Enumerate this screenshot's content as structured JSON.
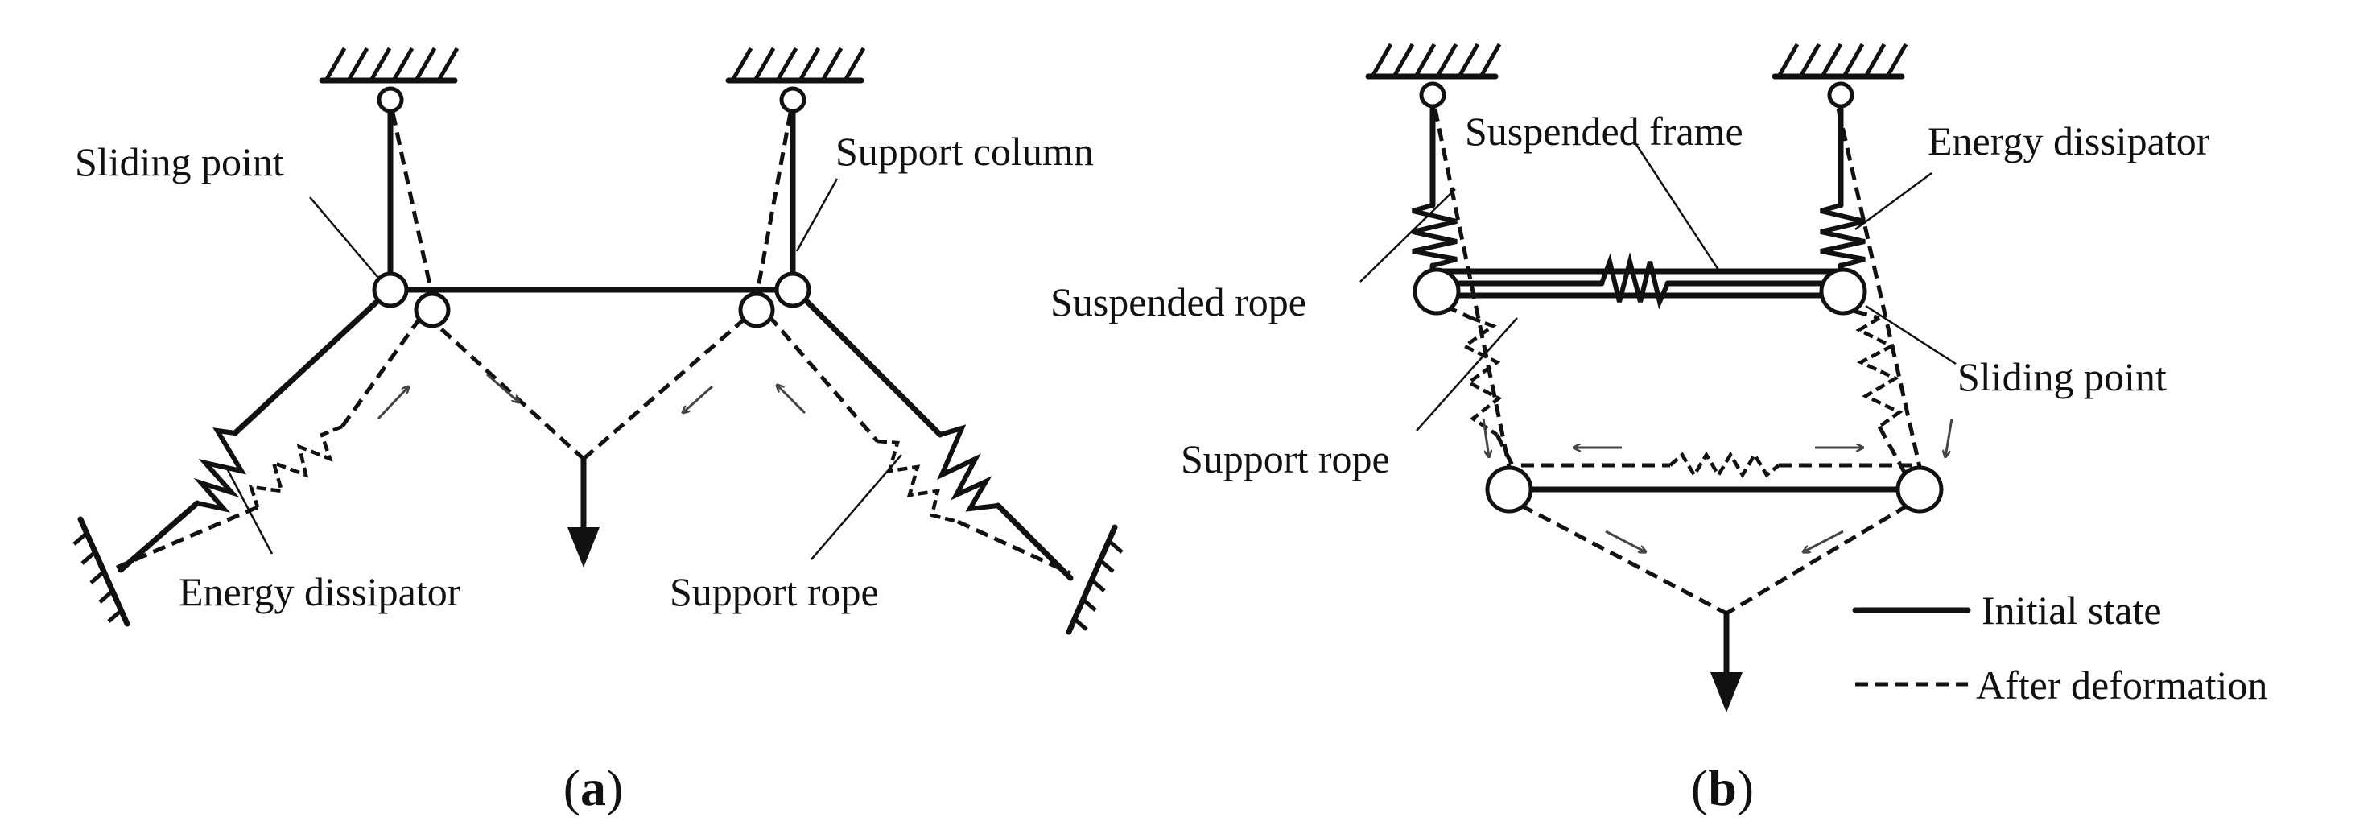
{
  "panel_a": {
    "caption_open": "(",
    "caption_letter": "a",
    "caption_close": ")",
    "labels": {
      "sliding_point": "Sliding point",
      "support_column": "Support column",
      "energy_dissipator": "Energy dissipator",
      "support_rope": "Support rope"
    }
  },
  "panel_b": {
    "caption_open": "(",
    "caption_letter": "b",
    "caption_close": ")",
    "labels": {
      "suspended_frame": "Suspended frame",
      "energy_dissipator": "Energy dissipator",
      "suspended_rope": "Suspended rope",
      "sliding_point": "Sliding point",
      "support_rope": "Support rope"
    },
    "legend": {
      "initial_state": "Initial state",
      "after_deformation": "After deformation"
    }
  }
}
